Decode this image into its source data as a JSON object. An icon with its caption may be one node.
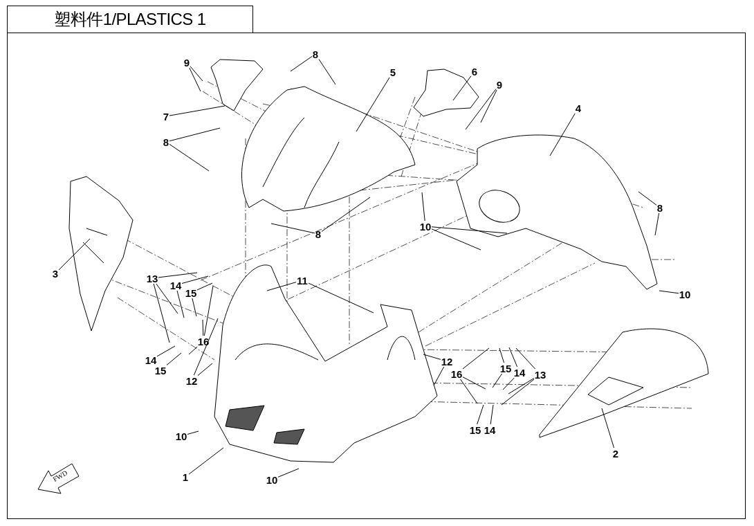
{
  "diagram": {
    "title": "塑料件1/PLASTICS 1",
    "nodes": [
      {
        "text": [
          "9"
        ]
      },
      {
        "text": [
          "8"
        ]
      },
      {
        "text": [
          "5"
        ]
      },
      {
        "text": [
          "6"
        ]
      },
      {
        "text": [
          "9"
        ]
      },
      {
        "text": [
          "4"
        ]
      },
      {
        "text": [
          "7"
        ]
      },
      {
        "text": [
          "8"
        ]
      },
      {
        "text": [
          "8"
        ]
      },
      {
        "text": [
          "10"
        ]
      },
      {
        "text": [
          "8"
        ]
      },
      {
        "text": [
          "3"
        ]
      },
      {
        "text": [
          "13"
        ]
      },
      {
        "text": [
          "11"
        ]
      },
      {
        "text": [
          "14"
        ]
      },
      {
        "text": [
          "15"
        ]
      },
      {
        "text": [
          "10"
        ]
      },
      {
        "text": [
          "16"
        ]
      },
      {
        "text": [
          "14"
        ]
      },
      {
        "text": [
          "12"
        ]
      },
      {
        "text": [
          "15"
        ]
      },
      {
        "text": [
          "15"
        ]
      },
      {
        "text": [
          "14"
        ]
      },
      {
        "text": [
          "16"
        ]
      },
      {
        "text": [
          "13"
        ]
      },
      {
        "text": [
          "12"
        ]
      },
      {
        "text": [
          "15"
        ]
      },
      {
        "text": [
          "14"
        ]
      },
      {
        "text": [
          "10"
        ]
      },
      {
        "text": [
          "2"
        ]
      },
      {
        "text": [
          "1"
        ]
      },
      {
        "text": [
          "10"
        ]
      }
    ],
    "edges": [
      {
        "from": 0,
        "to": null,
        "arrow": "none"
      },
      {
        "from": 0,
        "to": null,
        "arrow": "none"
      },
      {
        "from": 1,
        "to": null,
        "arrow": "none"
      },
      {
        "from": 1,
        "to": null,
        "arrow": "none"
      },
      {
        "from": 2,
        "to": null,
        "arrow": "none"
      },
      {
        "from": 3,
        "to": null,
        "arrow": "none"
      },
      {
        "from": 4,
        "to": null,
        "arrow": "none"
      },
      {
        "from": 4,
        "to": null,
        "arrow": "none"
      },
      {
        "from": 5,
        "to": null,
        "arrow": "none"
      },
      {
        "from": 6,
        "to": null,
        "arrow": "none"
      },
      {
        "from": 7,
        "to": null,
        "arrow": "none"
      },
      {
        "from": 7,
        "to": null,
        "arrow": "none"
      },
      {
        "from": 8,
        "to": null,
        "arrow": "none"
      },
      {
        "from": 8,
        "to": null,
        "arrow": "none"
      },
      {
        "from": 9,
        "to": null,
        "arrow": "none"
      },
      {
        "from": 9,
        "to": null,
        "arrow": "none"
      },
      {
        "from": 9,
        "to": null,
        "arrow": "none"
      },
      {
        "from": 10,
        "to": null,
        "arrow": "none"
      },
      {
        "from": 10,
        "to": null,
        "arrow": "none"
      },
      {
        "from": 11,
        "to": null,
        "arrow": "none"
      },
      {
        "from": 12,
        "to": null,
        "arrow": "none"
      },
      {
        "from": 12,
        "to": null,
        "arrow": "none"
      },
      {
        "from": 12,
        "to": null,
        "arrow": "none"
      },
      {
        "from": 13,
        "to": null,
        "arrow": "none"
      },
      {
        "from": 13,
        "to": null,
        "arrow": "none"
      },
      {
        "from": 14,
        "to": null,
        "arrow": "none"
      },
      {
        "from": 14,
        "to": null,
        "arrow": "none"
      },
      {
        "from": 15,
        "to": null,
        "arrow": "none"
      },
      {
        "from": 15,
        "to": null,
        "arrow": "none"
      },
      {
        "from": 16,
        "to": null,
        "arrow": "none"
      },
      {
        "from": 17,
        "to": null,
        "arrow": "none"
      },
      {
        "from": 17,
        "to": null,
        "arrow": "none"
      },
      {
        "from": 17,
        "to": null,
        "arrow": "none"
      },
      {
        "from": 18,
        "to": null,
        "arrow": "none"
      },
      {
        "from": 19,
        "to": null,
        "arrow": "none"
      },
      {
        "from": 19,
        "to": null,
        "arrow": "none"
      },
      {
        "from": 20,
        "to": null,
        "arrow": "none"
      },
      {
        "from": 20,
        "to": null,
        "arrow": "none"
      },
      {
        "from": 21,
        "to": null,
        "arrow": "none"
      },
      {
        "from": 22,
        "to": null,
        "arrow": "none"
      },
      {
        "from": 22,
        "to": null,
        "arrow": "none"
      },
      {
        "from": 23,
        "to": null,
        "arrow": "none"
      },
      {
        "from": 23,
        "to": null,
        "arrow": "none"
      },
      {
        "from": 23,
        "to": null,
        "arrow": "none"
      },
      {
        "from": 24,
        "to": null,
        "arrow": "none"
      },
      {
        "from": 24,
        "to": null,
        "arrow": "none"
      },
      {
        "from": 24,
        "to": null,
        "arrow": "none"
      },
      {
        "from": 25,
        "to": null,
        "arrow": "none"
      },
      {
        "from": 25,
        "to": null,
        "arrow": "none"
      },
      {
        "from": 26,
        "to": null,
        "arrow": "none"
      },
      {
        "from": 27,
        "to": null,
        "arrow": "none"
      },
      {
        "from": 28,
        "to": null,
        "arrow": "none"
      },
      {
        "from": 29,
        "to": null,
        "arrow": "none"
      },
      {
        "from": 30,
        "to": null,
        "arrow": "none"
      },
      {
        "from": 31,
        "to": null,
        "arrow": "none"
      }
    ],
    "labels": [
      "FWD"
    ]
  }
}
